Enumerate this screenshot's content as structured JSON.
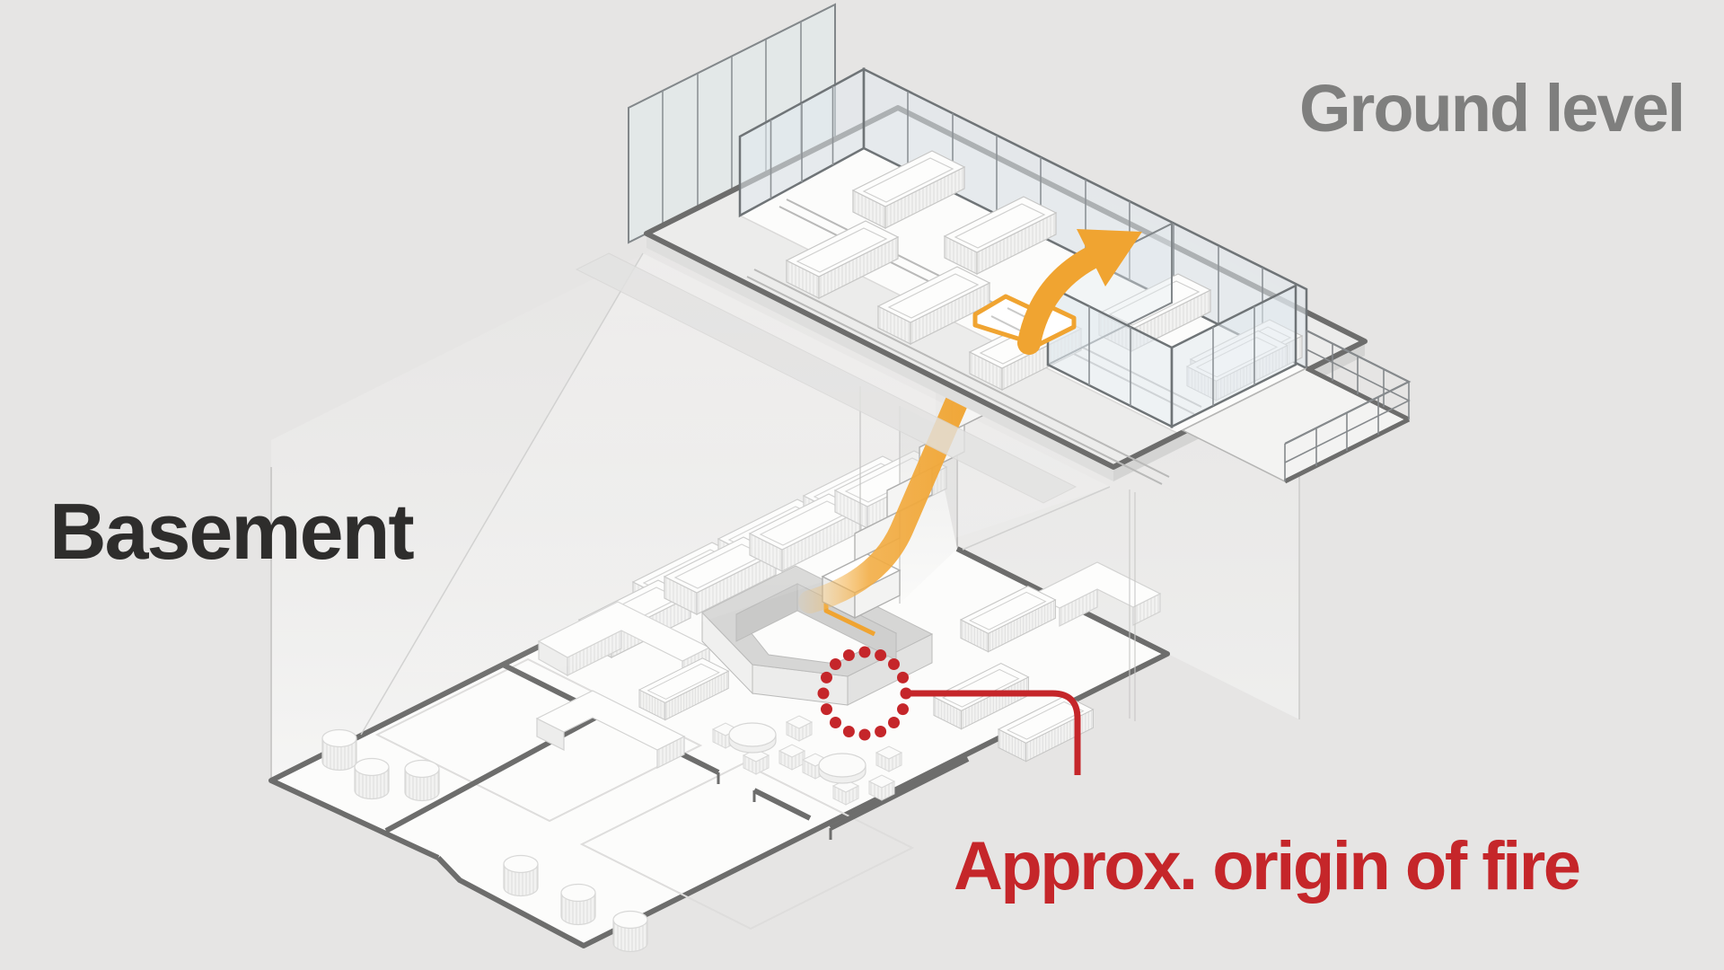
{
  "diagram": {
    "type": "isometric-building-cutaway",
    "labels": {
      "ground_level": {
        "text": "Ground level",
        "color": "#7f7f7e"
      },
      "basement": {
        "text": "Basement",
        "color": "#2e2d2c"
      },
      "fire_origin": {
        "text": "Approx. origin of fire",
        "color": "#c5262a"
      }
    },
    "colors": {
      "background": "#e6e5e4",
      "floor_white": "#fcfcfb",
      "outline_dark": "#6d6d6c",
      "furniture_outline": "#c6c6c5",
      "structure_gray": "#d6d6d5",
      "glass_fill": "rgba(225,234,238,0.55)",
      "glass_frame": "#6f7477",
      "accent_orange": "#f0a431",
      "annotation_red": "#c5262a"
    },
    "icons": {
      "fire_spread_arrow": "curved-up-right-arrow",
      "fire_origin_marker": "dotted-circle"
    },
    "elements": {
      "levels": [
        "Ground level",
        "Basement"
      ],
      "marker_connector": "elbow-line-right-then-down",
      "smoke_path": "orange ribbon up basement staircase to ground floor opening"
    }
  }
}
